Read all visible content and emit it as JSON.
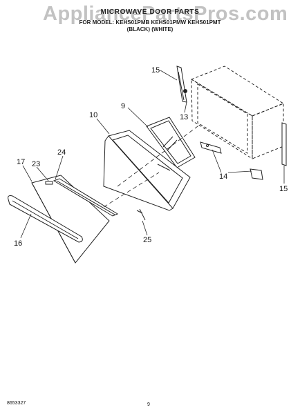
{
  "header": {
    "watermark": "AppliancePartsPros.com",
    "title": "MICROWAVE DOOR PARTS",
    "models": "FOR MODEL: KEHS01PMB KEHS01PMW KEHS01PMT",
    "finish": "(BLACK)       (WHITE)"
  },
  "callouts": [
    {
      "id": "c15a",
      "text": "15"
    },
    {
      "id": "c9",
      "text": "9"
    },
    {
      "id": "c10",
      "text": "10"
    },
    {
      "id": "c13",
      "text": "13"
    },
    {
      "id": "c24",
      "text": "24"
    },
    {
      "id": "c17",
      "text": "17"
    },
    {
      "id": "c23",
      "text": "23"
    },
    {
      "id": "c14",
      "text": "14"
    },
    {
      "id": "c15b",
      "text": "15"
    },
    {
      "id": "c16",
      "text": "16"
    },
    {
      "id": "c25",
      "text": "25"
    }
  ],
  "footer": {
    "code": "8653327",
    "page": "9"
  }
}
